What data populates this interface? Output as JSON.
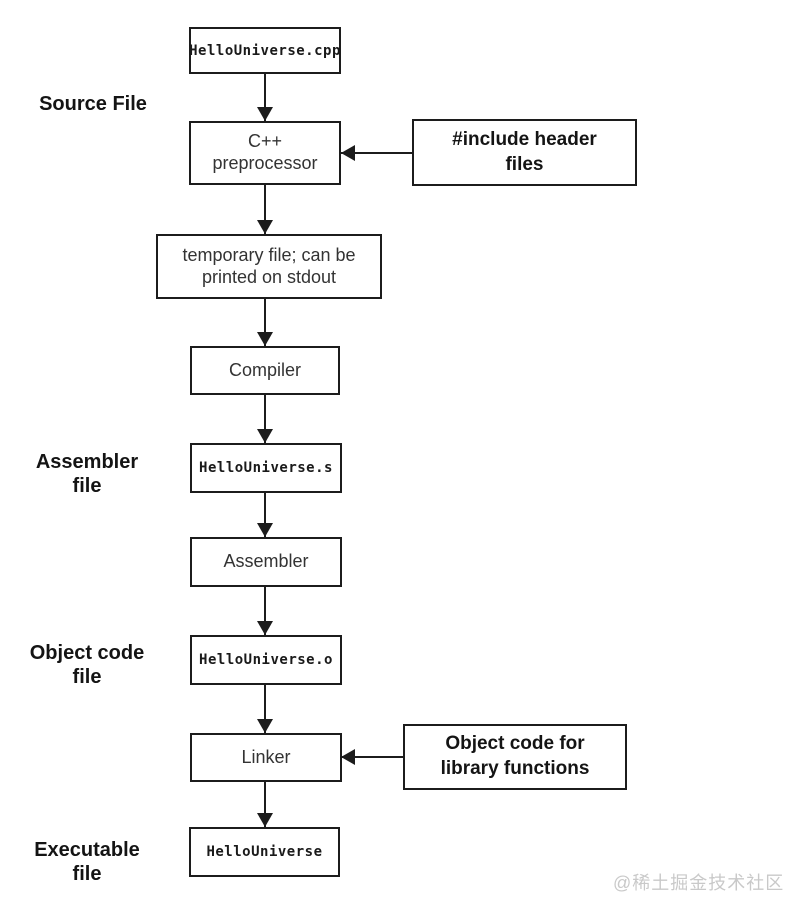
{
  "colors": {
    "ink": "#1c1c1c",
    "background": "#ffffff",
    "watermark_gray": "#c9c9c9"
  },
  "flow": {
    "source_file": "HelloUniverse.cpp",
    "preprocessor_line1": "C++",
    "preprocessor_line2": "preprocessor",
    "temp_line1": "temporary file; can be",
    "temp_line2": "printed on stdout",
    "compiler": "Compiler",
    "assembler_file": "HelloUniverse.s",
    "assembler": "Assembler",
    "object_file": "HelloUniverse.o",
    "linker": "Linker",
    "executable": "HelloUniverse",
    "include_line1": "#include header",
    "include_line2": "files",
    "libobj_line1": "Object code for",
    "libobj_line2": "library functions"
  },
  "stage_labels": {
    "source": "Source File",
    "assembler_line1": "Assembler",
    "assembler_line2": "file",
    "object_line1": "Object code",
    "object_line2": "file",
    "executable_line1": "Executable",
    "executable_line2": "file"
  },
  "watermark": "@稀土掘金技术社区"
}
